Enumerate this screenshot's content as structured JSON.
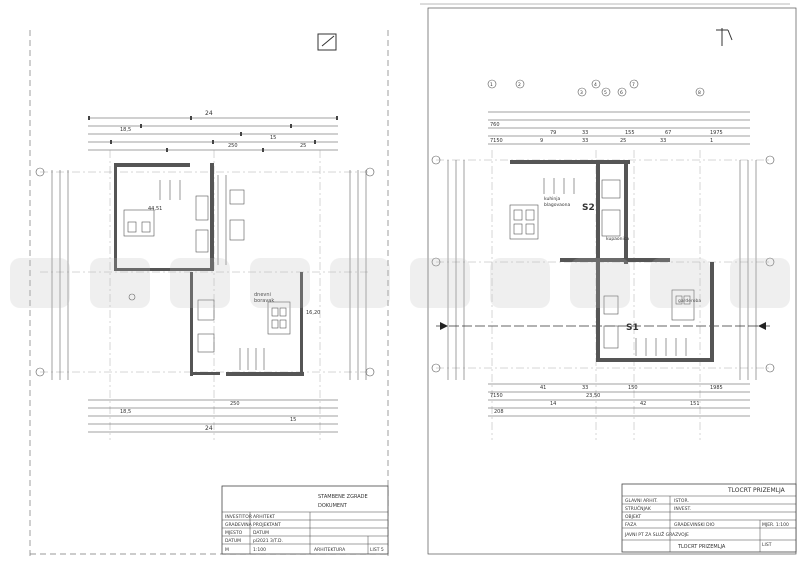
{
  "left_sheet": {
    "north_marker": "⌐",
    "room_labels": {
      "top_room_area": "44,51",
      "bottom_room_name": "dnevni",
      "bottom_room_name2": "boravak",
      "bottom_room_area": "16,20"
    },
    "top_dims": [
      "24",
      "18,5",
      "250",
      "15",
      "25"
    ],
    "bottom_dims": [
      "24",
      "18,5",
      "250",
      "15"
    ],
    "title_block": {
      "header": "STAMBENE ZGRADE",
      "subheader": "DOKUMENT",
      "rows": [
        {
          "k": "INVESTITOR",
          "v": "ARHITEKT"
        },
        {
          "k": "GRAĐEVINA",
          "v": "PROJEKTANT"
        },
        {
          "k": "MJESTO",
          "v": "DATUM"
        },
        {
          "k": "DATUM",
          "v": "pl2021 3/T.D."
        },
        {
          "k": "M",
          "v": "1:100"
        }
      ],
      "list_label": "LIST 5",
      "foot": "ARHITEKTURA"
    }
  },
  "right_sheet": {
    "north_marker": "⌐",
    "section_labels": [
      "S2",
      "S1"
    ],
    "grid_markers": [
      "1",
      "2",
      "3",
      "4",
      "5",
      "6",
      "7",
      "8"
    ],
    "top_dims": [
      "760",
      "79",
      "33",
      "155",
      "67",
      "1975"
    ],
    "top_dims2": [
      "7150",
      "9",
      "33",
      "25",
      "33",
      "1"
    ],
    "bottom_dims": [
      "7150",
      "41",
      "33",
      "150",
      "1985"
    ],
    "bottom_dims2": [
      "208",
      "14",
      "23,50",
      "42",
      "151"
    ],
    "room_labels": {
      "r1": "kuhinja",
      "r2": "blagovaona",
      "r3": "kupaonica",
      "r4": "garderoba"
    },
    "title_block": {
      "header": "TLOCRT PRIZEMLJA",
      "rows": [
        {
          "k": "GLAVNI ARHIT.",
          "v": "ISTOR."
        },
        {
          "k": "STRUČNJAK",
          "v": "INVEST."
        },
        {
          "k": "OBJEKT",
          "v": ""
        },
        {
          "k": "FAZA",
          "v": "GRAĐEVINSKI DIO"
        },
        {
          "k": "",
          "v": "JAVNI PT ZA SLUŽ GRAZVOJE"
        }
      ],
      "scale_label": "MJER. 1:100",
      "sheet_label": "LIST",
      "foot": "TLOCRT PRIZEMLJA"
    }
  }
}
